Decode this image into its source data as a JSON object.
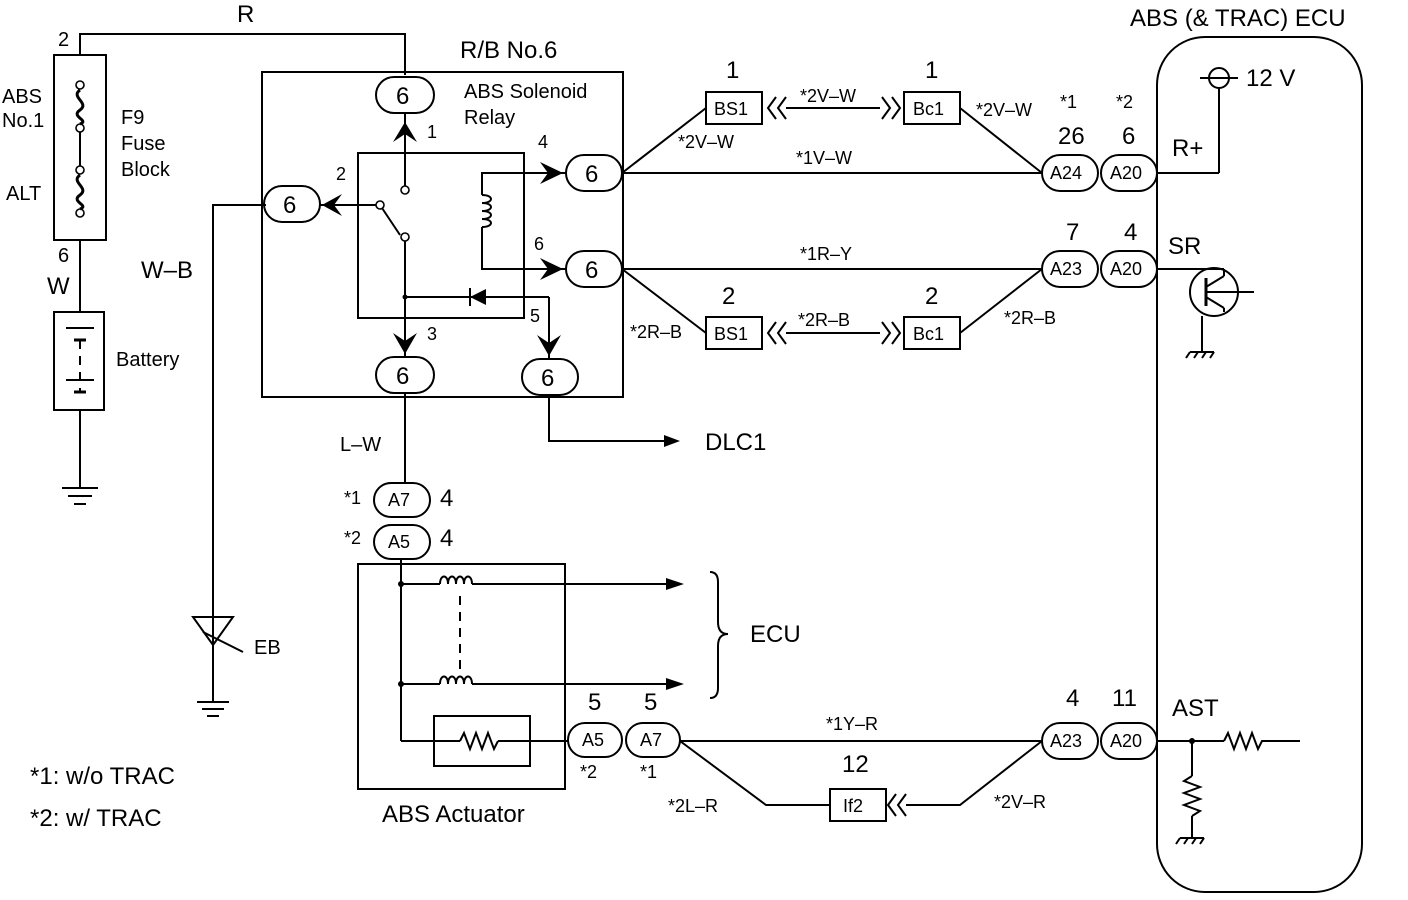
{
  "title_ecu": "ABS (& TRAC) ECU",
  "rb_title": "R/B No.6",
  "relay_label_1": "ABS Solenoid",
  "relay_label_2": "Relay",
  "fuse_abs": "ABS",
  "fuse_no1": "No.1",
  "fuse_alt": "ALT",
  "fuse_block_1": "F9",
  "fuse_block_2": "Fuse",
  "fuse_block_3": "Block",
  "battery": "Battery",
  "wire_r": "R",
  "wire_w": "W",
  "wire_wb": "W–B",
  "wire_lw": "L–W",
  "pin_2": "2",
  "pin_6": "6",
  "pin_1": "1",
  "pin_3": "3",
  "pin_4": "4",
  "pin_5": "5",
  "pin_7": "7",
  "pin_11": "11",
  "pin_12": "12",
  "pin_26": "26",
  "conn_6": "6",
  "bs1": "BS1",
  "bc1": "Bc1",
  "if2": "If2",
  "a24": "A24",
  "a20": "A20",
  "a23": "A23",
  "a7": "A7",
  "a5": "A5",
  "star1": "*1",
  "star2": "*2",
  "s2vw": "*2V–W",
  "s1vw": "*1V–W",
  "s1ry": "*1R–Y",
  "s2rb": "*2R–B",
  "s1yr": "*1Y–R",
  "s2lr": "*2L–R",
  "s2vr": "*2V–R",
  "ecu_12v": "12 V",
  "ecu_rplus": "R+",
  "ecu_sr": "SR",
  "ecu_ast": "AST",
  "dlc1": "DLC1",
  "eb": "EB",
  "ecu_brace": "ECU",
  "actuator": "ABS Actuator",
  "note_1": "*1: w/o TRAC",
  "note_2": "*2: w/ TRAC"
}
